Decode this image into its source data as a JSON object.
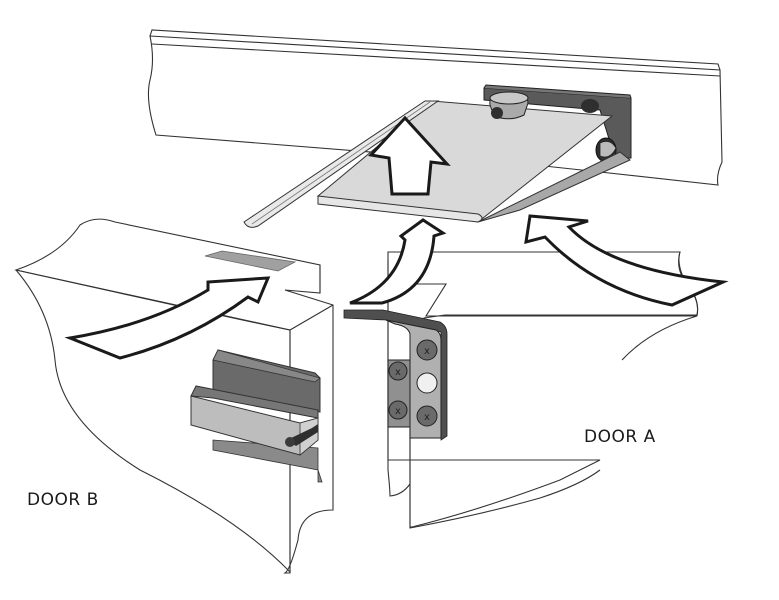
{
  "diagram": {
    "labels": {
      "door_a": "DOOR A",
      "door_b": "DOOR B"
    },
    "colors": {
      "line": "#333333",
      "light_gray": "#d9d9d9",
      "mid_gray": "#a8a8a8",
      "dark_gray": "#5a5a5a",
      "screw": "#6a6a6a",
      "white_dot": "#f2f2f2"
    },
    "parts": [
      "frame-header",
      "coordinator-arm",
      "coordinator-bracket",
      "door-b-leaf",
      "door-a-leaf",
      "latch-plate-recess",
      "door-a-bracket",
      "door-b-stop"
    ]
  }
}
